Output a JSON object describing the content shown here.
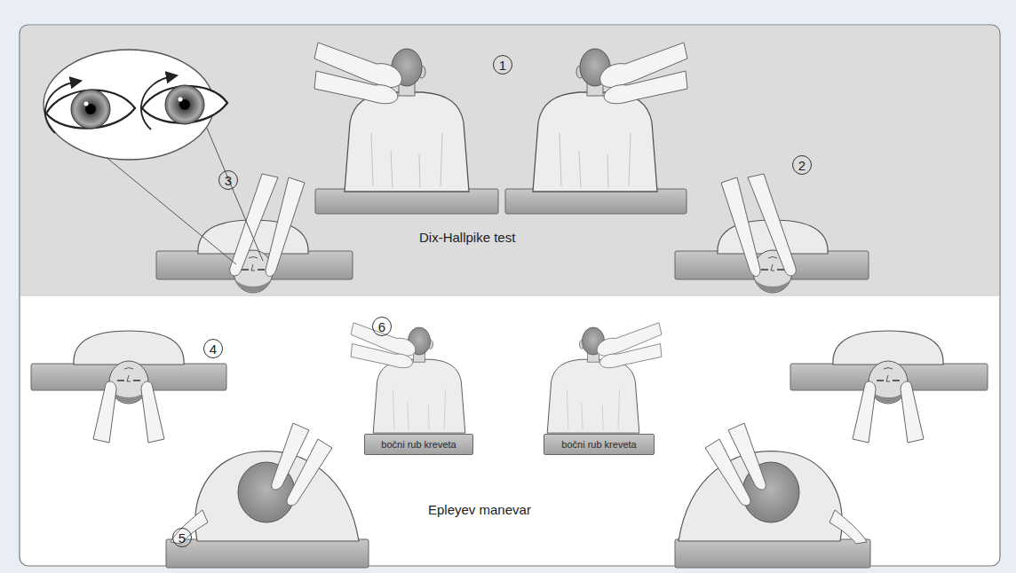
{
  "diagram": {
    "nodes": [
      {
        "text": [
          "Dix-Hallpike test"
        ]
      },
      {
        "text": [
          "bočni rub kreveta"
        ]
      },
      {
        "text": [
          "bočni rub kreveta"
        ]
      }
    ],
    "labels": [
      "1",
      "3",
      "2",
      "4",
      "6",
      "Epleyev manevar",
      "5"
    ]
  }
}
